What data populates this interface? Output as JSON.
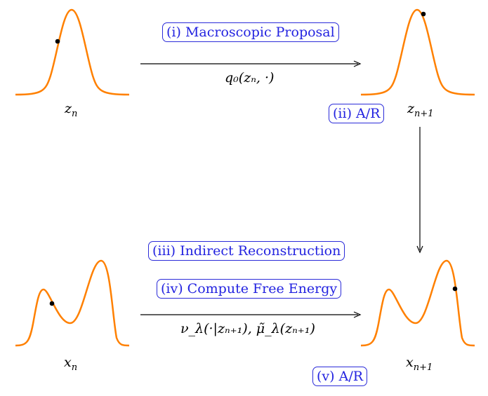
{
  "steps": {
    "step1": "(i) Macroscopic Proposal",
    "step2": "(ii) A/R",
    "step3": "(iii) Indirect Reconstruction",
    "step4": "(iv) Compute Free Energy",
    "step5": "(v) A/R"
  },
  "variables": {
    "z_n_base": "z",
    "z_n_sub": "n",
    "z_n1_base": "z",
    "z_n1_sub": "n+1",
    "x_n_base": "x",
    "x_n_sub": "n",
    "x_n1_base": "x",
    "x_n1_sub": "n+1"
  },
  "arrow_labels": {
    "top": "q₀(zₙ, ·)",
    "bottom": "ν_λ(·|zₙ₊₁),  μ̃_λ(zₙ₊₁)"
  },
  "colors": {
    "curve": "#ff8000",
    "label_text": "#2323e0",
    "label_border": "#2b2bd9"
  }
}
